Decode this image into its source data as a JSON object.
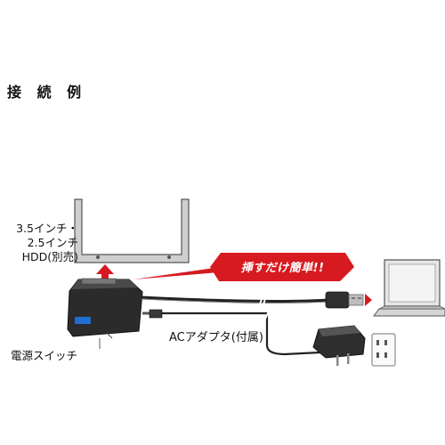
{
  "heading": "接 続 例",
  "hdd_label": {
    "lines": [
      "3.5インチ・",
      "2.5インチ",
      "HDD(別売)"
    ]
  },
  "callout": "挿すだけ簡単!!",
  "switch_label": "電源スイッチ",
  "ac_label": "ACアダプタ(付属)",
  "colors": {
    "callout_red": "#d71a20",
    "arrow_red": "#d71a20",
    "adapter_body": "#2e2e2e",
    "hdd_frame": "#9a9a9a",
    "switch_blue": "#1f6fd1"
  },
  "icons": [
    "hdd-frame-icon",
    "up-arrow-icon",
    "sata-adapter-icon",
    "usb-plug-icon",
    "laptop-icon",
    "ac-adapter-icon",
    "wall-outlet-icon"
  ]
}
